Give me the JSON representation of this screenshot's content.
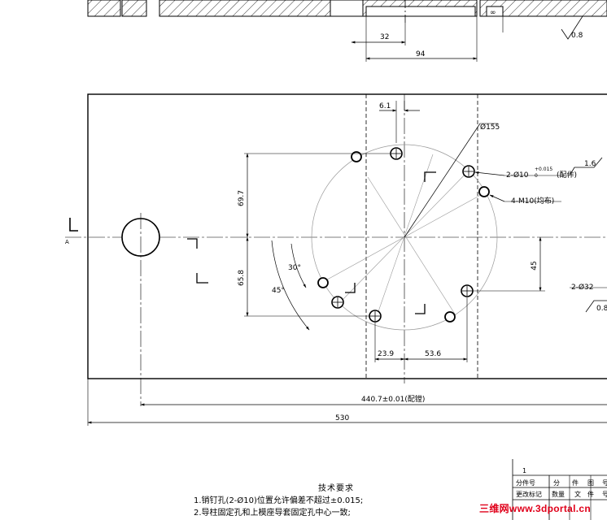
{
  "dims": {
    "top_32": "32",
    "top_94": "94",
    "roughness_top": "0.8",
    "inf": "∞",
    "d_6_1": "6.1",
    "d_155": "Ø155",
    "pin": "2-Ø10",
    "pin_tol": "+0.015",
    "pin_tol_low": "0",
    "pin_note": "(配作)",
    "roughness_pin": "1.6",
    "m10": "4-M10(均布)",
    "v_69_7": "69.7",
    "v_65_8": "65.8",
    "ang_30": "30°",
    "ang_45": "45°",
    "v_45": "45",
    "d_32": "2-Ø32",
    "h_23_9": "23.9",
    "h_53_6": "53.6",
    "h_440": "440.7±0.01(配镗)",
    "h_530": "530",
    "section": "A",
    "roughness_right": "0.8"
  },
  "notes": {
    "title": "技术要求",
    "line1": "1.销钉孔(2-Ø10)位置允许偏差不超过±0.015;",
    "line2": "2.导柱固定孔和上模座导套固定孔中心一致;"
  },
  "title_block": {
    "row_num": "1",
    "c1": "分件号",
    "c2": "分",
    "c3": "件",
    "c4": "图",
    "c5": "号",
    "r1": "更改标记",
    "r2": "数量",
    "r3": "文",
    "r4": "件",
    "r5": "号"
  },
  "watermark": "三维网www.3dportal.cn"
}
